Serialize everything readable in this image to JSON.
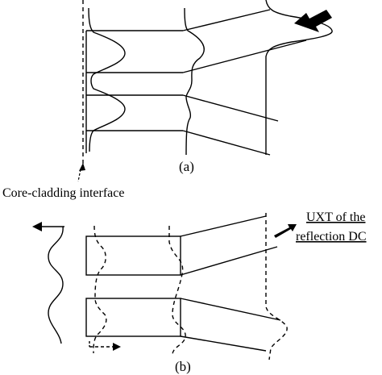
{
  "figure": {
    "panel_a": {
      "label": "(a)",
      "interface_label": "Core-cladding interface"
    },
    "panel_b": {
      "label": "(b)",
      "uxt_label_line1": "UXT of the",
      "uxt_label_line2": "reflection DC"
    },
    "colors": {
      "stroke": "#000000",
      "background": "#ffffff"
    }
  }
}
